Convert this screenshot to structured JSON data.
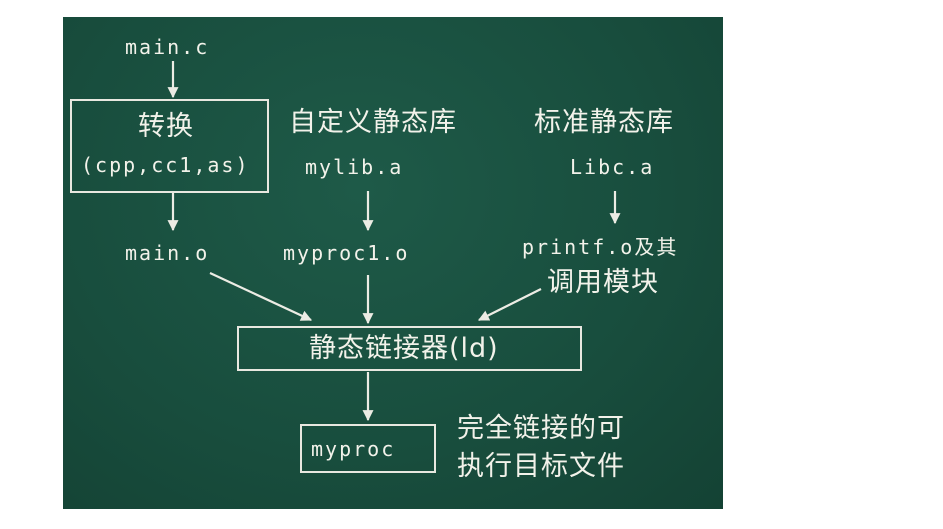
{
  "diagram": {
    "inputs": {
      "main_c": "main.c",
      "mylib_a": "mylib.a",
      "libc_a": "Libc.a"
    },
    "convert_box": {
      "title": "转换",
      "tools": "(cpp,cc1,as)"
    },
    "headings": {
      "custom_static_lib": "自定义静态库",
      "standard_static_lib": "标准静态库"
    },
    "objects": {
      "main_o": "main.o",
      "myproc1_o": "myproc1.o",
      "printf_o_line1": "printf.o及其",
      "printf_o_line2": "调用模块"
    },
    "linker": {
      "label": "静态链接器(ld)"
    },
    "output": {
      "name": "myproc",
      "desc_line1": "完全链接的可",
      "desc_line2": "执行目标文件"
    },
    "colors": {
      "board": "#184d3d",
      "chalk": "#f2f2ea"
    }
  }
}
